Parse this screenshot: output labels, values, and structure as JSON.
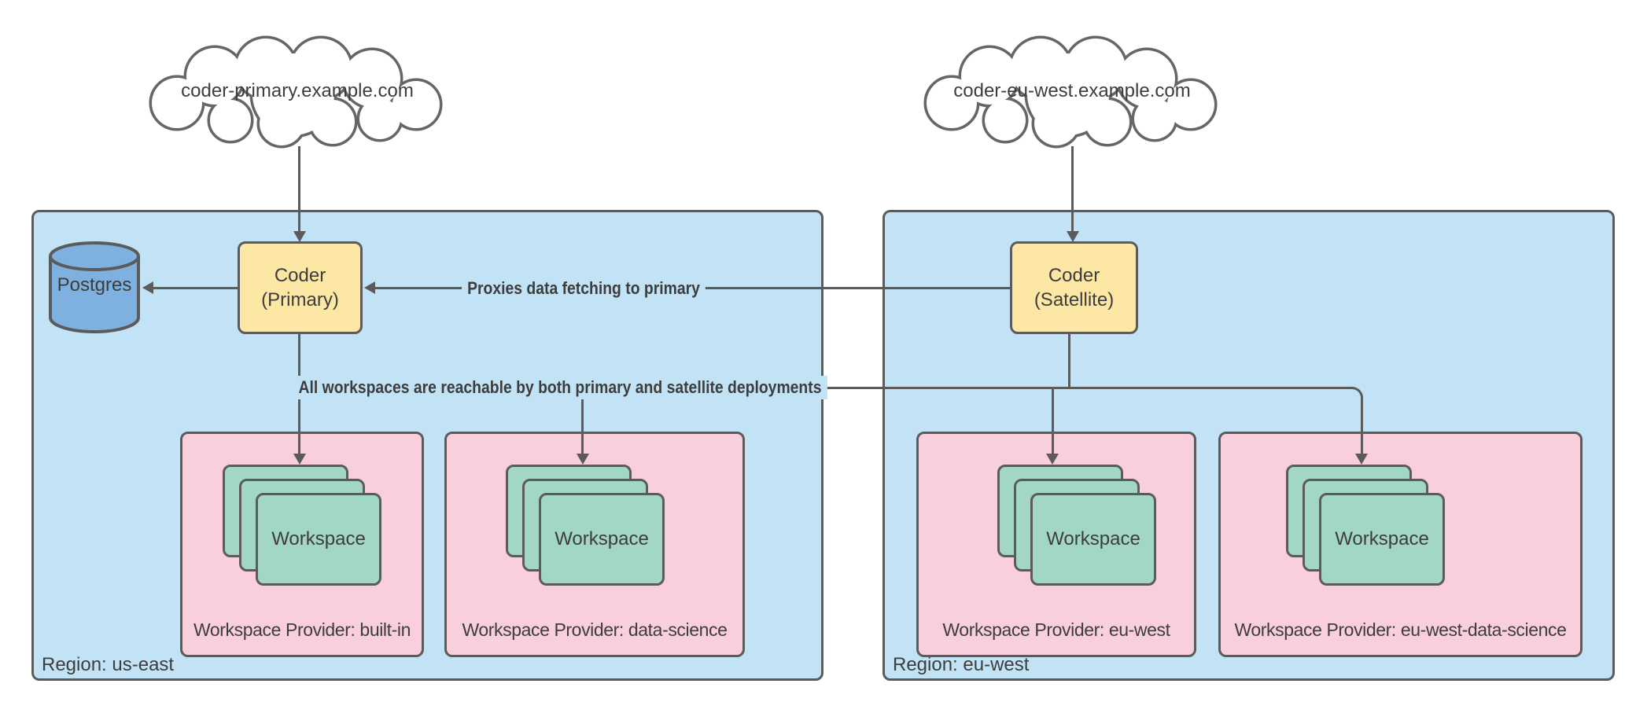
{
  "clouds": {
    "primary_label": "coder-primary.example.com",
    "satellite_label": "coder-eu-west.example.com"
  },
  "regions": [
    {
      "label": "Region: us-east"
    },
    {
      "label": "Region: eu-west"
    }
  ],
  "nodes": {
    "postgres_label": "Postgres",
    "primary": {
      "line1": "Coder",
      "line2": "(Primary)"
    },
    "satellite": {
      "line1": "Coder",
      "line2": "(Satellite)"
    }
  },
  "providers": [
    {
      "label": "Workspace Provider: built-in",
      "workspace_label": "Workspace"
    },
    {
      "label": "Workspace Provider: data-science",
      "workspace_label": "Workspace"
    },
    {
      "label": "Workspace Provider: eu-west",
      "workspace_label": "Workspace"
    },
    {
      "label": "Workspace Provider: eu-west-data-science",
      "workspace_label": "Workspace"
    }
  ],
  "annotations": {
    "proxies": "Proxies data fetching to primary",
    "reachable": "All workspaces are reachable by both primary and satellite deployments"
  },
  "colors": {
    "region_fill": "#c1e3f5",
    "provider_fill": "#f8cfda",
    "workspace_fill": "#a2d8c3",
    "node_fill": "#fce7a4",
    "database_fill": "#7eb1e0",
    "line": "#5b5b5b",
    "cloud_stroke": "#666666",
    "text": "#3d3d3d"
  }
}
